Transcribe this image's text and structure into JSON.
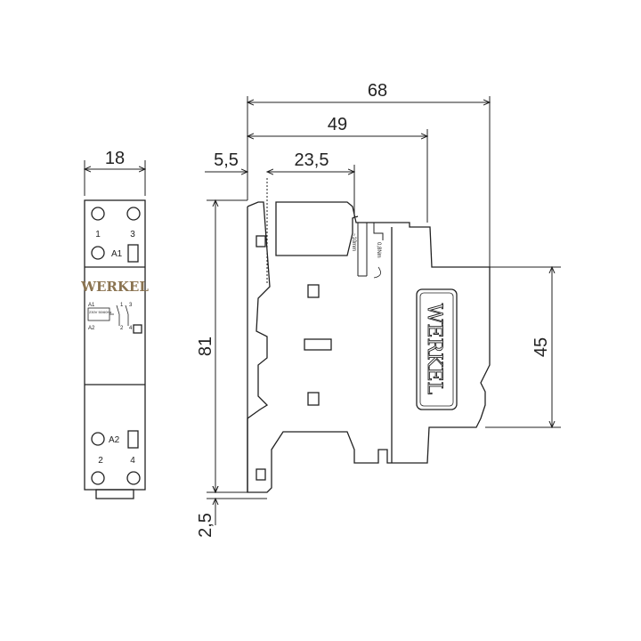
{
  "brand": "WERKEL",
  "brand_color": "#8a7350",
  "dimensions": {
    "width_front": "18",
    "overall_depth": "68",
    "depth_49": "49",
    "offset_5_5": "5,5",
    "depth_23_5": "23,5",
    "height": "81",
    "front_height": "45",
    "bottom_offset": "2,5"
  },
  "front": {
    "top_terminals": [
      "1",
      "3"
    ],
    "coil_top": "A1",
    "coil_bottom": "A2",
    "bottom_terminals": [
      "2",
      "4"
    ],
    "schematic": {
      "a1": "A1",
      "a2": "A2",
      "coil_rating": "230V 50/60Hz",
      "contacts": [
        "1",
        "3",
        "2",
        "4"
      ]
    }
  },
  "side": {
    "strip_length": "~10mm",
    "torque": "0,8Nm"
  }
}
